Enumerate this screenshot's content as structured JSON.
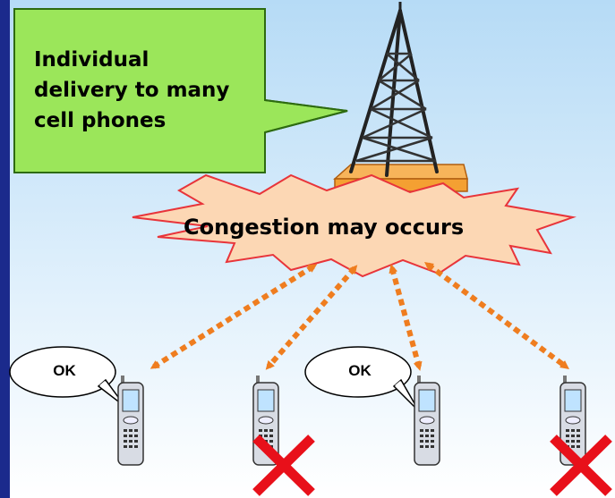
{
  "callout": {
    "lines": [
      "Individual",
      "delivery to many",
      "cell phones"
    ]
  },
  "congestion": {
    "label": "Congestion may occurs"
  },
  "bubbles": {
    "left": "OK",
    "center": "OK"
  },
  "phones": [
    {
      "status": "ok"
    },
    {
      "status": "failed"
    },
    {
      "status": "ok"
    },
    {
      "status": "failed"
    }
  ],
  "colors": {
    "background_top": "#b9dcf6",
    "background_bottom": "#ffffff",
    "left_bar": "#1b2a8c",
    "callout_fill": "#9be65a",
    "starburst_fill": "#fcd7b4",
    "starburst_stroke": "#e8343a",
    "arrow": "#ef7d1f",
    "tower": "#222222",
    "tower_base": "#f4a032",
    "cross": "#e8101a"
  },
  "icons": {
    "tower": "radio-tower-icon",
    "phone": "cell-phone-icon",
    "failure": "red-x-icon"
  }
}
